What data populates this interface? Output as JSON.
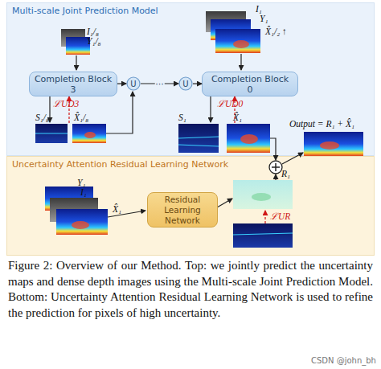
{
  "diagram": {
    "caption": "Figure 2: Overview of our Method. Top: we jointly predict the uncertainty maps and dense depth images using the Multi-scale Joint Prediction Model. Bottom: Uncertainty Attention Residual Learning Network is used to refine the prediction for pixels of high uncertainty.",
    "nodes": [
      {
        "text": [
          "Multi-scale Joint Prediction Model"
        ]
      },
      {
        "text": [
          "Completion Block",
          "3"
        ],
        "in": 0
      },
      {
        "text": [
          "U"
        ],
        "in": 0
      },
      {
        "text": [
          "U"
        ],
        "in": 0
      },
      {
        "text": [
          "Completion Block",
          "0"
        ],
        "in": 0
      },
      {
        "text": [
          "Uncertainty Attention Residual Learning Network"
        ]
      },
      {
        "text": [
          "Residual Learning Network"
        ],
        "in": 5
      }
    ],
    "edges": [
      {
        "from": 1,
        "to": 2,
        "arrow": "to"
      },
      {
        "from": 2,
        "to": 3,
        "label": "···",
        "arrow": "to"
      },
      {
        "from": 3,
        "to": 4,
        "arrow": "to"
      }
    ],
    "labels": [
      "I₁/₈",
      "Y₁/₈",
      "S₁/₈",
      "X̂₁/₈",
      "ℒUD3",
      "I₁",
      "Y₁",
      "X̂₁/₂ ↑",
      "S₁",
      "ℒUD0",
      "X̂₁",
      "Output = R₁ + X̂₁",
      "Y₁",
      "I₁",
      "X̂₁",
      "R₁",
      "ℒUR",
      "CSDN @john_bh"
    ]
  }
}
